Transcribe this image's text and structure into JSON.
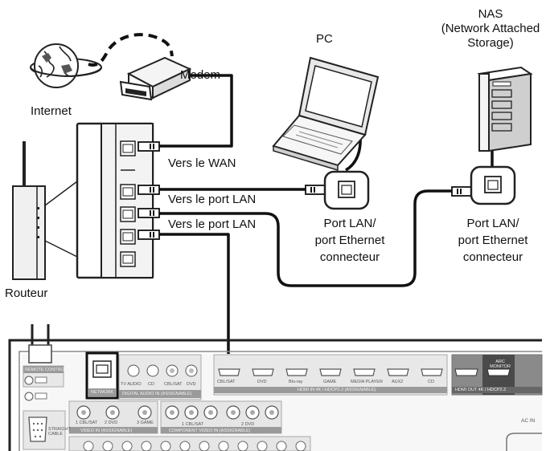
{
  "labels": {
    "internet": "Internet",
    "modem": "Modem",
    "pc": "PC",
    "nas_line1": "NAS",
    "nas_line2": "(Network Attached",
    "nas_line3": "Storage)",
    "router": "Routeur",
    "to_wan": "Vers le WAN",
    "to_lan_1": "Vers le port LAN",
    "to_lan_2": "Vers le port LAN",
    "pc_port_line1": "Port LAN/",
    "pc_port_line2": "port Ethernet",
    "pc_port_line3": "connecteur",
    "nas_port_line1": "Port LAN/",
    "nas_port_line2": "port Ethernet",
    "nas_port_line3": "connecteur"
  },
  "receiver_panel": {
    "remote_control": "REMOTE CONTROL",
    "network": "NETWORK",
    "straight_cable": "STRAIGHT CABLE",
    "hdmi_inputs": [
      "CBL/SAT",
      "DVD",
      "Blu-ray",
      "GAME",
      "MEDIA PLAYER",
      "AUX2",
      "CD"
    ],
    "hdmi_band": "HDMI  IN  4K / HDCP2.2  (ASSIGNABLE)",
    "hdmi_out_band": "HDMI  OUT  4K / HDCP2.2",
    "arc_monitor": "ARC MONITOR",
    "digital_audio": "DIGITAL AUDIO  IN  (ASSIGNABLE)",
    "digital_audio_sub": [
      "TV AUDIO",
      "CD",
      "CBL/SAT",
      "DVD"
    ],
    "component_video": "COMPONENT VIDEO  IN  (ASSIGNABLE)",
    "component_groups": [
      "1 CBL/SAT",
      "2 DVD"
    ],
    "video_in": [
      "1 CBL/SAT",
      "2 DVD",
      "3 GAME"
    ],
    "video_band": "VIDEO  IN  (ASSIGNABLE)",
    "ac_in": "AC IN"
  }
}
